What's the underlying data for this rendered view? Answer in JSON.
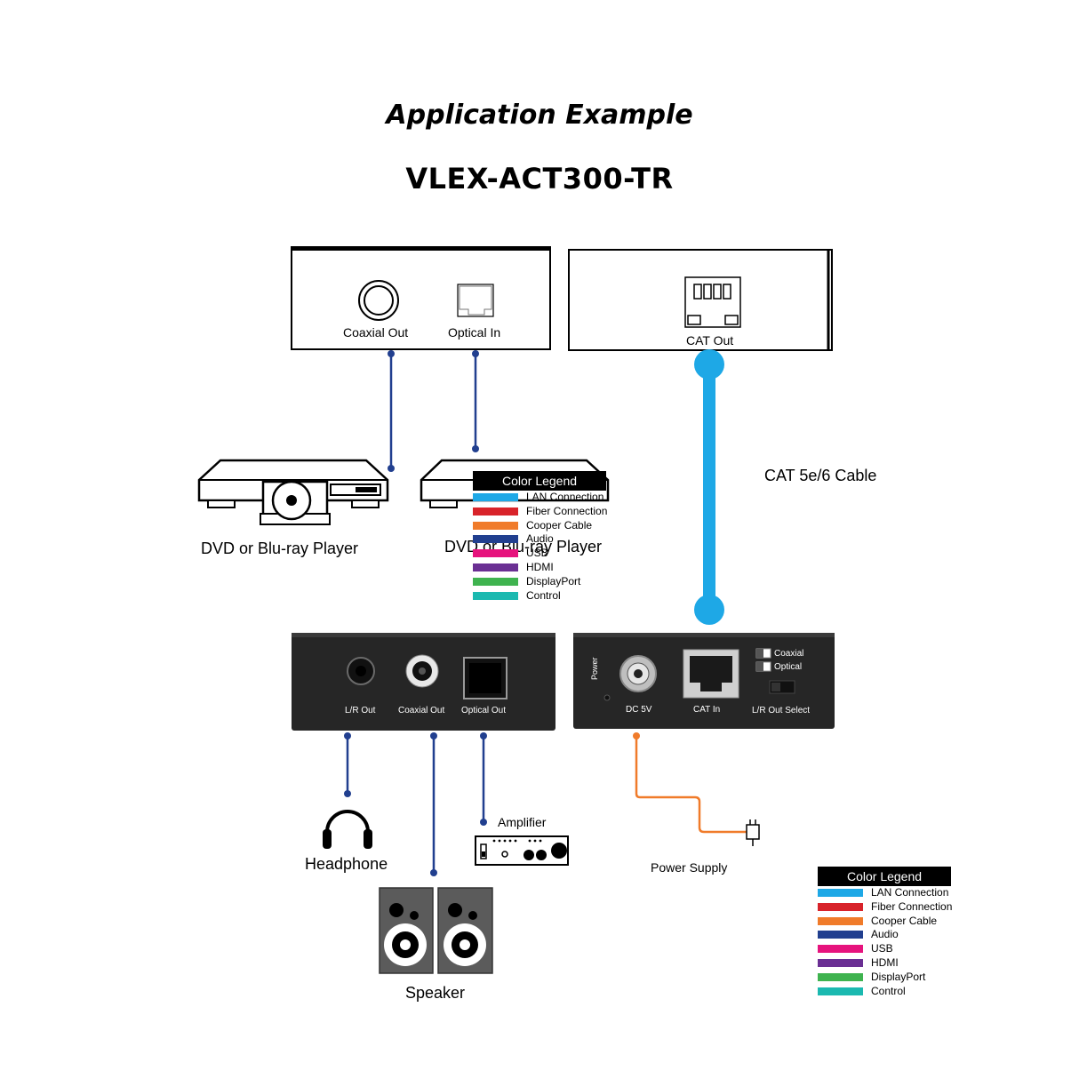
{
  "title": "Application Example",
  "model": "VLEX-ACT300-TR",
  "source_device": {
    "ports": {
      "coaxial_out": "Coaxial Out",
      "optical_in": "Optical In"
    }
  },
  "transmitter": {
    "ports": {
      "cat_out": "CAT Out"
    }
  },
  "cable_label": "CAT 5e/6 Cable",
  "players": [
    {
      "label": "DVD or Blu-ray Player"
    },
    {
      "label": "DVD or Blu-ray Player"
    }
  ],
  "receiver_left": {
    "ports": {
      "lr_out": "L/R Out",
      "coaxial_out": "Coaxial Out",
      "optical_out": "Optical Out"
    }
  },
  "receiver_right": {
    "power_label": "Power",
    "ports": {
      "dc": "DC 5V",
      "cat_in": "CAT In",
      "lr_select": "L/R Out Select"
    },
    "switch_options": [
      "Coaxial",
      "Optical"
    ]
  },
  "outputs": {
    "headphone": "Headphone",
    "speaker": "Speaker",
    "amplifier": "Amplifier",
    "power_supply": "Power Supply"
  },
  "legend": {
    "title": "Color Legend",
    "items": [
      {
        "label": "LAN Connection",
        "color": "#1ea8e6"
      },
      {
        "label": "Fiber Connection",
        "color": "#d8232a"
      },
      {
        "label": "Cooper Cable",
        "color": "#f07b2a"
      },
      {
        "label": "Audio",
        "color": "#213f8f"
      },
      {
        "label": "USB",
        "color": "#e6137d"
      },
      {
        "label": "HDMI",
        "color": "#6a2f93"
      },
      {
        "label": "DisplayPort",
        "color": "#3fb34f"
      },
      {
        "label": "Control",
        "color": "#1bb9b0"
      }
    ]
  },
  "colors": {
    "audio": "#213f8f",
    "lan": "#1ea8e6",
    "copper": "#f07b2a",
    "device": "#262626"
  }
}
